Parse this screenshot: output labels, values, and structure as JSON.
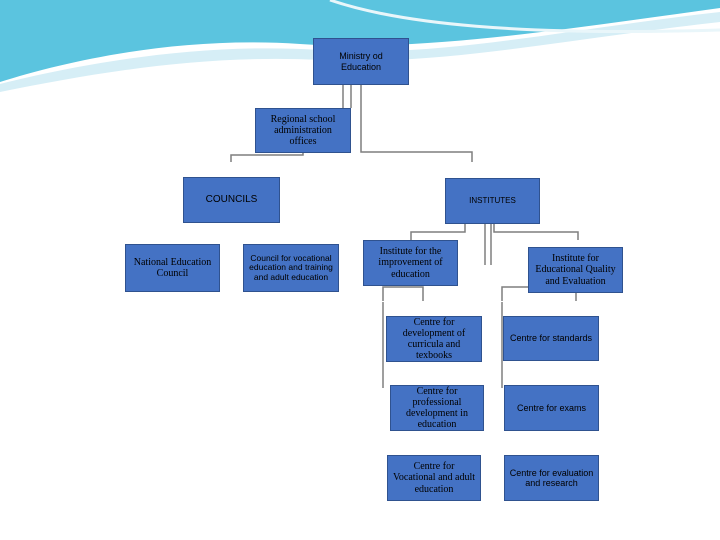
{
  "colors": {
    "box_fill": "#4472c4",
    "box_border": "#2f528f",
    "connector": "#7f7f7f",
    "wave_top": "#5bc4df",
    "wave_light": "#d6eef6"
  },
  "nodes": {
    "ministry": "Ministry od Education",
    "regional": "Regional school administration offices",
    "councils": "COUNCILS",
    "institutes": "INSTITUTES",
    "national_council": "National Education Council",
    "vocational_council": "Council for vocational education and training and adult education",
    "improvement_institute": "Institute for the improvement of education",
    "quality_institute": "Institute for Educational Quality and Evaluation",
    "curricula_centre": "Centre for development of curricula and texbooks",
    "professional_centre": "Centre for professional development in education",
    "vocational_centre": "Centre for Vocational and adult education",
    "standards_centre": "Centre for standards",
    "exams_centre": "Centre for exams",
    "evaluation_centre": "Centre for evaluation and research"
  }
}
